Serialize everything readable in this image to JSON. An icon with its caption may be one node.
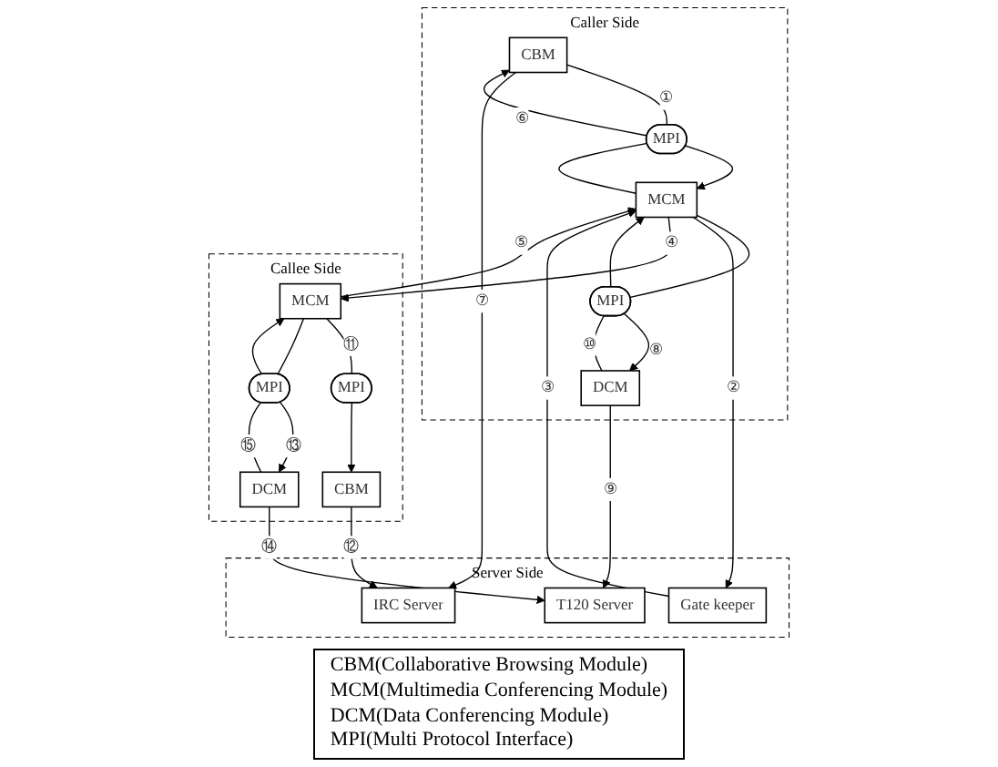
{
  "diagram": {
    "nodes": [
      {
        "text": [
          "Caller Side"
        ]
      },
      {
        "text": [
          "CBM"
        ],
        "in": 0
      },
      {
        "text": [
          "MPI"
        ],
        "in": 0
      },
      {
        "text": [
          "MCM"
        ],
        "in": 0
      },
      {
        "text": [
          "MPI"
        ],
        "in": 0
      },
      {
        "text": [
          "DCM"
        ],
        "in": 0
      },
      {
        "text": [
          "Server Side"
        ]
      },
      {
        "text": [
          "IRC Server"
        ],
        "in": 6
      },
      {
        "text": [
          "Gate keeper"
        ],
        "in": 6
      },
      {
        "text": [
          "T120 Server"
        ],
        "in": 6
      },
      {
        "text": [
          "Callee Side"
        ]
      },
      {
        "text": [
          "CBM"
        ],
        "in": 10
      },
      {
        "text": [
          "MPI"
        ],
        "in": 10
      },
      {
        "text": [
          "MCM"
        ],
        "in": 10
      },
      {
        "text": [
          "MPI"
        ],
        "in": 10
      },
      {
        "text": [
          "DCM"
        ],
        "in": 10
      }
    ],
    "edges": [
      {
        "from": 3,
        "to": 2,
        "arrow": "none"
      },
      {
        "from": 2,
        "to": 1,
        "arrow": "to",
        "label": "⑥"
      },
      {
        "from": 1,
        "to": 2,
        "arrow": "none",
        "label": "①"
      },
      {
        "from": 2,
        "to": 3,
        "arrow": "to"
      },
      {
        "from": 5,
        "to": 4,
        "arrow": "none",
        "label": "⑩"
      },
      {
        "from": 4,
        "to": 3,
        "arrow": "to"
      },
      {
        "from": 3,
        "to": 4,
        "arrow": "none"
      },
      {
        "from": 4,
        "to": 5,
        "arrow": "to",
        "label": "⑧"
      },
      {
        "from": 1,
        "to": 7,
        "arrow": "to",
        "label": "⑦"
      },
      {
        "from": 3,
        "to": 8,
        "arrow": "to",
        "label": "②"
      },
      {
        "from": 8,
        "to": 3,
        "arrow": "to",
        "label": "③"
      },
      {
        "from": 3,
        "to": 13,
        "arrow": "to",
        "label": "④"
      },
      {
        "from": 13,
        "to": 3,
        "arrow": "to",
        "label": "⑤"
      },
      {
        "from": 5,
        "to": 9,
        "arrow": "to",
        "label": "⑨"
      },
      {
        "from": 11,
        "to": 7,
        "arrow": "to",
        "label": "⑫"
      },
      {
        "from": 15,
        "to": 9,
        "arrow": "to",
        "label": "⑭"
      },
      {
        "from": 13,
        "to": 12,
        "arrow": "none",
        "label": "⑪"
      },
      {
        "from": 12,
        "to": 11,
        "arrow": "to"
      },
      {
        "from": 15,
        "to": 14,
        "arrow": "none",
        "label": "⑮"
      },
      {
        "from": 14,
        "to": 13,
        "arrow": "to"
      },
      {
        "from": 13,
        "to": 14,
        "arrow": "none"
      },
      {
        "from": 14,
        "to": 15,
        "arrow": "to",
        "label": "⑬"
      }
    ],
    "labels": [
      "CBM(Collaborative Browsing Module)",
      "MCM(Multimedia Conferencing Module)",
      "DCM(Data Conferencing Module)",
      "MPI(Multi Protocol Interface)"
    ]
  }
}
